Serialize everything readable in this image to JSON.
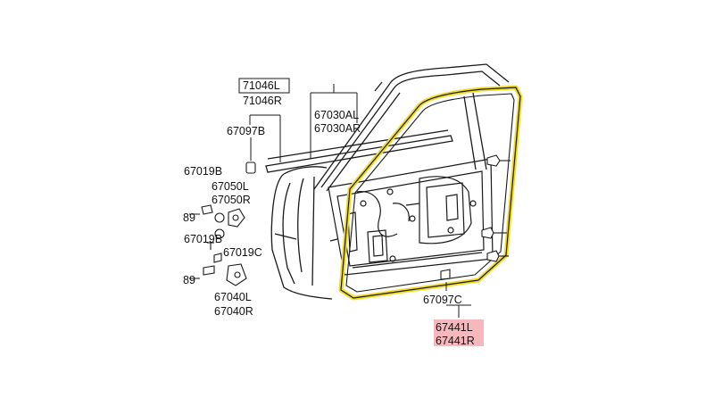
{
  "colors": {
    "background": "#ffffff",
    "line": "#1a1a1a",
    "seal_highlight": "#f2dc2a",
    "label_highlight": "#f7b8bd"
  },
  "labels": {
    "p71046l": "71046L",
    "p71046r": "71046R",
    "p67030al": "67030AL",
    "p67030ar": "67030AR",
    "p67097b": "67097B",
    "p67019b_top": "67019B",
    "p67050l": "67050L",
    "p67050r": "67050R",
    "p89_top": "89",
    "p67019b_mid": "67019B",
    "p67019c": "67019C",
    "p89_bottom": "89",
    "p67040l": "67040L",
    "p67040r": "67040R",
    "p67097c": "67097C",
    "p67441l": "67441L",
    "p67441r": "67441R"
  },
  "highlighted_part": "67441L / 67441R"
}
